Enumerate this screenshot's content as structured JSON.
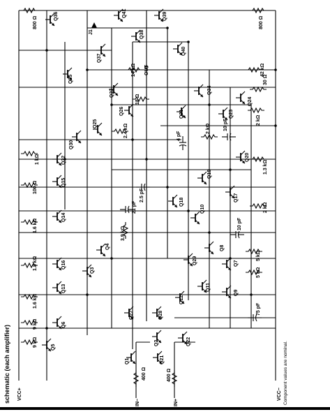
{
  "title": "schematic (each amplifier)",
  "note": "Component values are nominal.",
  "rails": {
    "vcc_plus": "VCC+",
    "vcc_minus": "VCC−"
  },
  "pins": {
    "in_minus": "IN−",
    "in_plus": "IN+",
    "out": "OUT",
    "j1": "J1"
  },
  "transistors": [
    "Q1",
    "Q2",
    "Q3",
    "Q4",
    "Q5",
    "Q6",
    "Q7",
    "Q8",
    "Q9",
    "Q10",
    "Q11",
    "Q12",
    "Q13",
    "Q14",
    "Q15",
    "Q16",
    "Q17",
    "Q18",
    "Q19",
    "Q20",
    "Q21",
    "Q22",
    "Q23",
    "Q24",
    "Q25",
    "Q26",
    "Q27",
    "Q28",
    "Q29",
    "Q30",
    "Q31",
    "Q32",
    "Q33",
    "Q34",
    "Q35",
    "Q36",
    "Q37",
    "Q38",
    "Q39",
    "Q40",
    "Q41"
  ],
  "resistors": [
    "800 Ω",
    "800 Ω",
    "14 kΩ",
    "42 kΩ",
    "30 Ω",
    "18 Ω",
    "2 kΩ",
    "2.4 kΩ",
    "2 kΩ",
    "1 kΩ",
    "1.3 kΩ",
    "100 Ω",
    "2 kΩ",
    "1.6 kΩ",
    "3.9 kΩ",
    "1.8 kΩ",
    "5 kΩ",
    "5 kΩ",
    "1.6 kΩ",
    "9 kΩ",
    "9 kΩ",
    "400 Ω",
    "400 Ω"
  ],
  "capacitors": [
    "4 pF",
    "10 pF",
    "2.5 pF",
    "21 pF",
    "10 pF",
    "75 pF"
  ]
}
